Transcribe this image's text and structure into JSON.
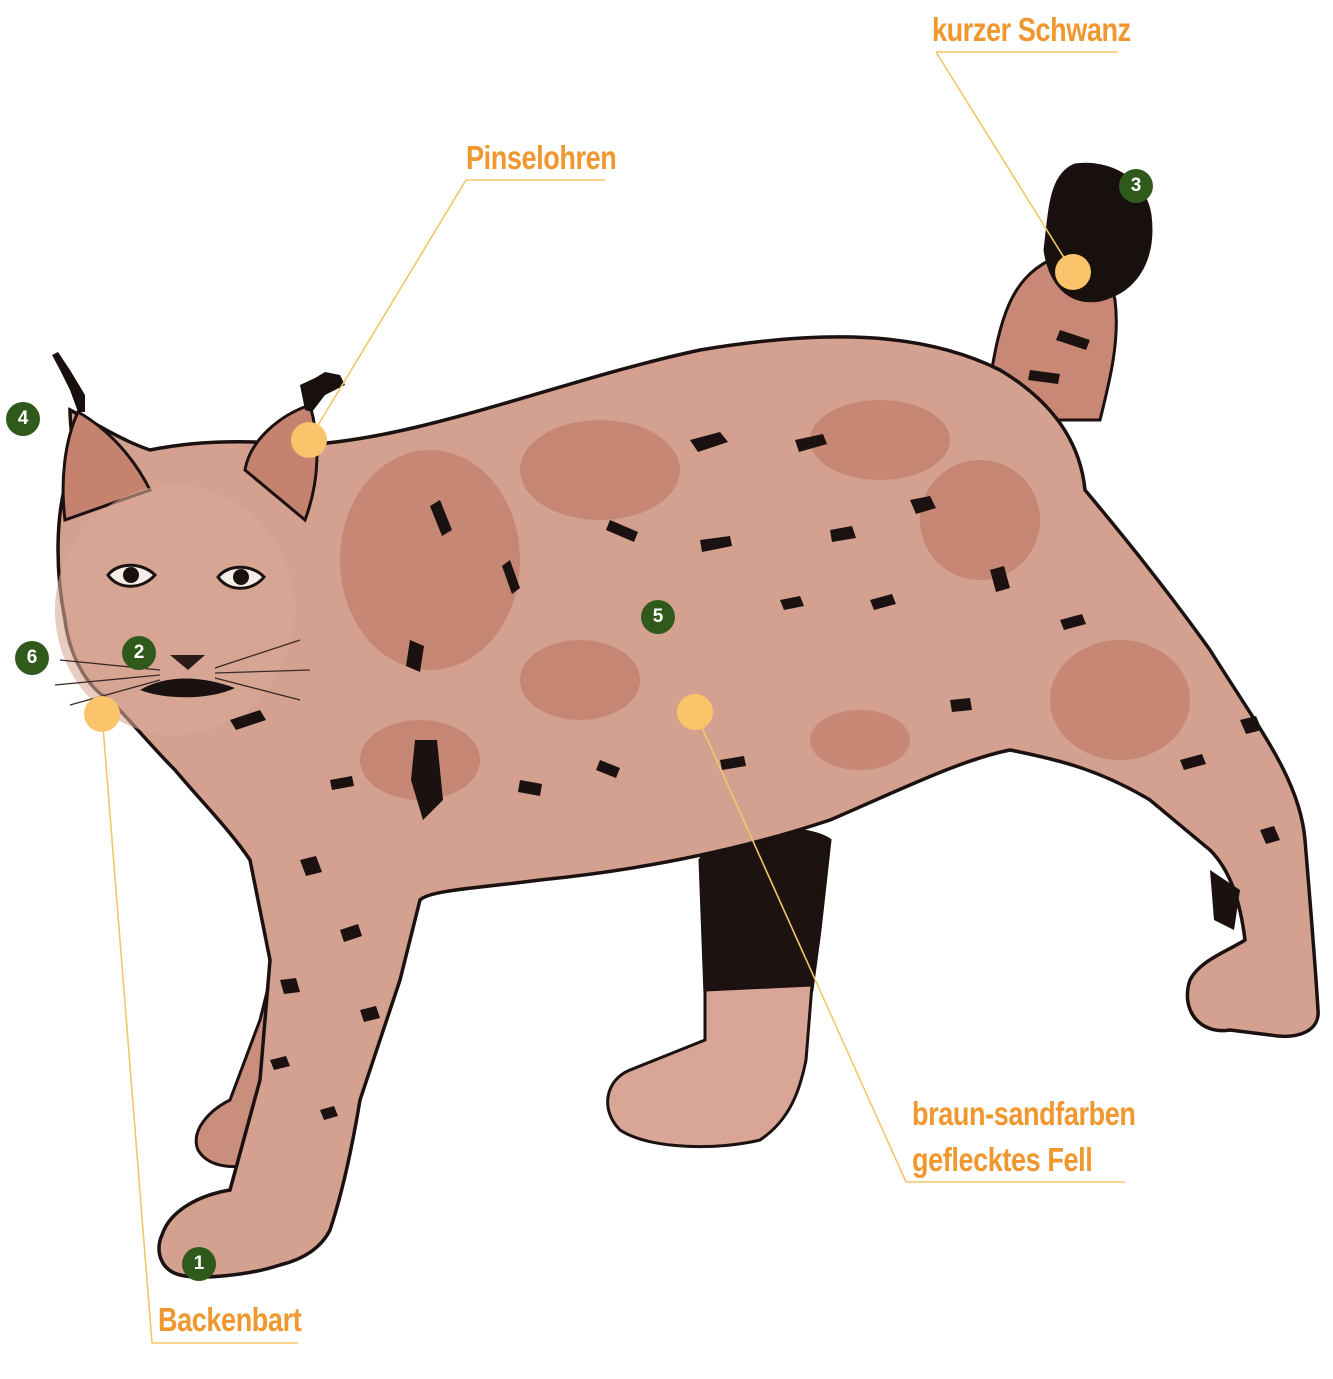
{
  "labels": {
    "tail": "kurzer Schwanz",
    "ears": "Pinselohren",
    "fur_line1": "braun-sandfarben",
    "fur_line2": "geflecktes Fell",
    "whiskers": "Backenbart"
  },
  "markers": [
    "1",
    "2",
    "3",
    "4",
    "5",
    "6"
  ],
  "colors": {
    "label": "#f0982f",
    "leader_line": "#f5c56a",
    "hotspot": "#fbc46b",
    "badge": "#2f5a1c",
    "fur": "#d4a090",
    "fur_dark": "#b9735d",
    "spots": "#1a1110"
  }
}
